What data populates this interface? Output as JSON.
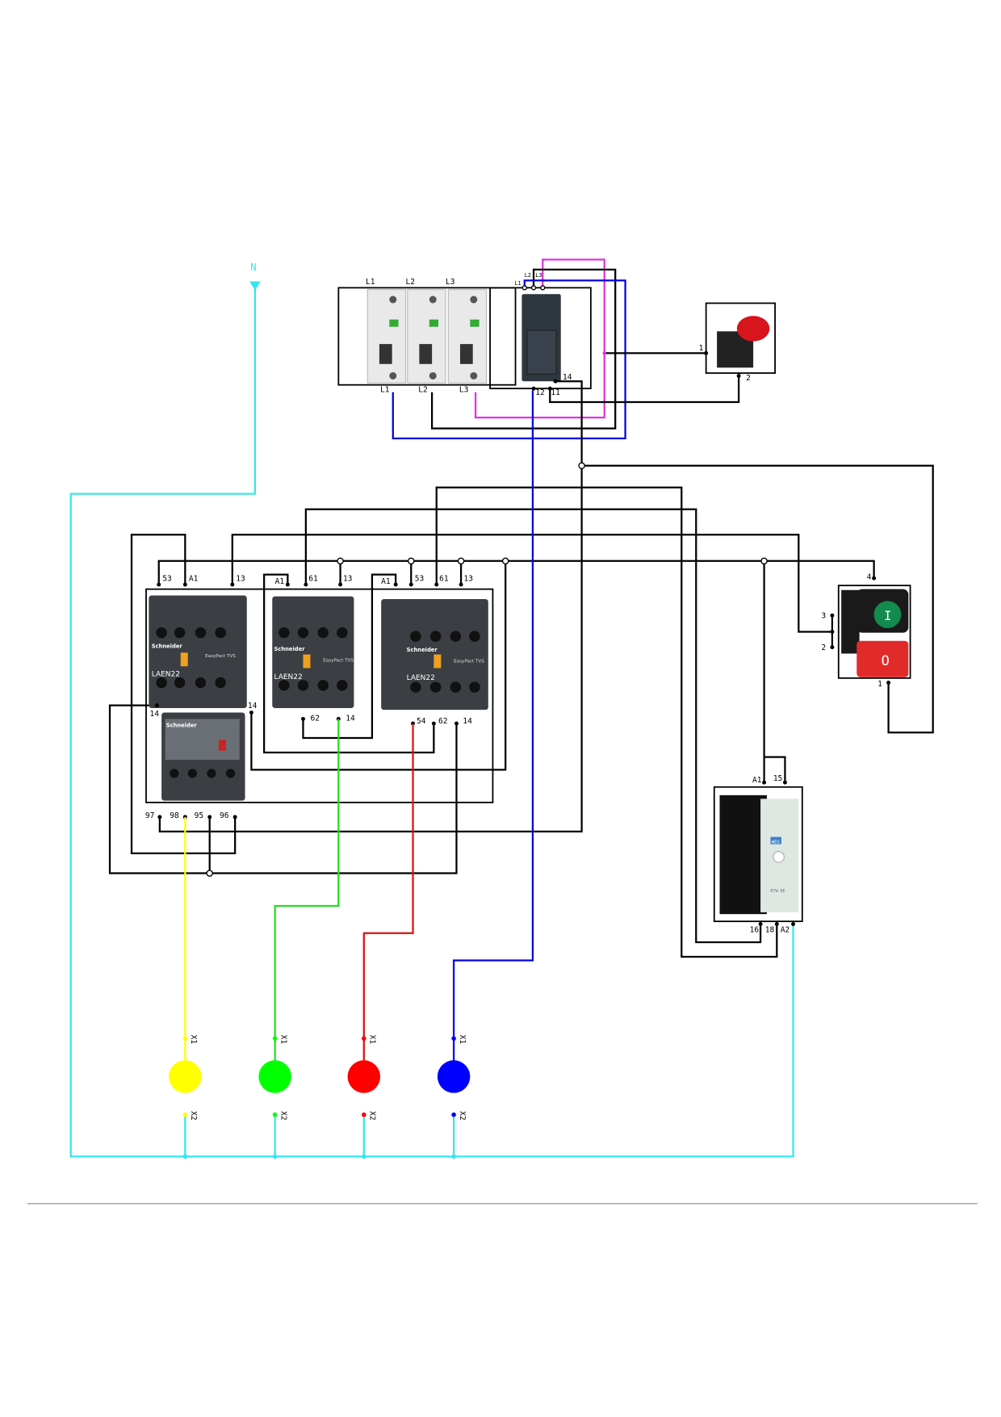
{
  "supply": {
    "neutral": "N"
  },
  "breakers": {
    "top": [
      "L1",
      "L2",
      "L3"
    ],
    "bottom": [
      "L1",
      "L2",
      "L3"
    ]
  },
  "phase_relay": {
    "inputs": [
      "L1",
      "L2",
      "L3"
    ],
    "outputs": [
      "14",
      "12",
      "11"
    ]
  },
  "emergency_stop": {
    "terminals": [
      "1",
      "2"
    ]
  },
  "contactor_k1": {
    "top": [
      "53",
      "A1",
      "13"
    ],
    "side": [
      "14",
      "14"
    ],
    "brand": "Schneider",
    "model": "LAEN22",
    "series": "EasyPact TVS"
  },
  "contactor_k2": {
    "top": [
      "A1",
      "61",
      "13"
    ],
    "bottom": [
      "62",
      "14"
    ],
    "brand": "Schneider",
    "model": "LAEN22",
    "series": "EasyPact TVS"
  },
  "contactor_k3": {
    "top": [
      "A1",
      "53",
      "61",
      "13"
    ],
    "bottom": [
      "54",
      "62",
      "14"
    ],
    "brand": "Schneider",
    "model": "LAEN22",
    "series": "EasyPact TVS"
  },
  "overload_relay": {
    "terminals": [
      "97",
      "98",
      "95",
      "96"
    ],
    "brand": "Schneider"
  },
  "pushbutton": {
    "terminals": [
      "4",
      "3",
      "2",
      "1"
    ],
    "start_symbol": "I",
    "stop_symbol": "O"
  },
  "timer": {
    "top": [
      "A1",
      "15"
    ],
    "bottom": [
      "16",
      "18",
      "A2"
    ],
    "brand": "WEG",
    "model": "RTW-RE"
  },
  "lamps": [
    {
      "color": "#ffff00",
      "terminals": [
        "X1",
        "X2"
      ]
    },
    {
      "color": "#00ff00",
      "terminals": [
        "X1",
        "X2"
      ]
    },
    {
      "color": "#ff0000",
      "terminals": [
        "X1",
        "X2"
      ]
    },
    {
      "color": "#0000ff",
      "terminals": [
        "X1",
        "X2"
      ]
    }
  ],
  "wire_colors": {
    "neutral": "#33e6ee",
    "phase_l1": "#0000dd",
    "phase_l2": "#000000",
    "phase_l3": "#dd33dd",
    "yellow": "#ffff00",
    "green": "#22dd22",
    "red": "#dd1111",
    "blue": "#0000dd",
    "control": "#000000"
  }
}
